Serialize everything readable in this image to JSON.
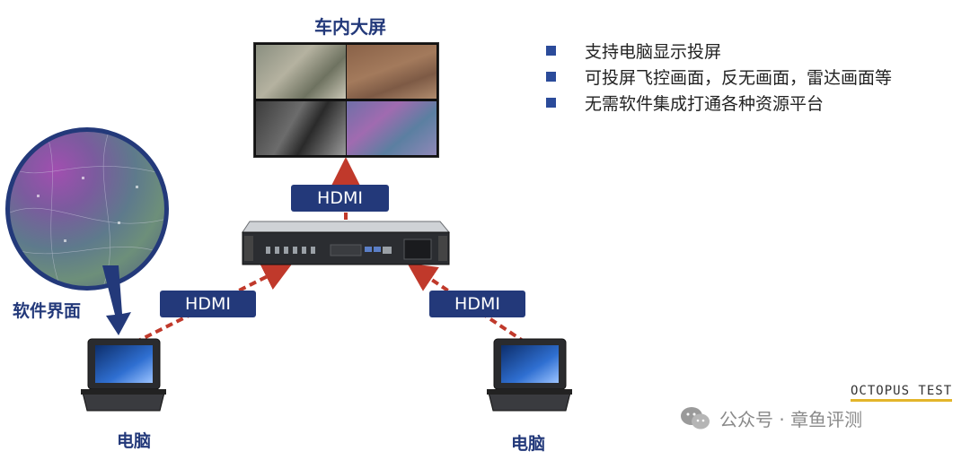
{
  "screen": {
    "title": "车内大屏"
  },
  "features": [
    {
      "text": "支持电脑显示投屏"
    },
    {
      "text": "可投屏飞控画面，反无画面，雷达画面等"
    },
    {
      "text": "无需软件集成打通各种资源平台"
    }
  ],
  "connections": {
    "top": "HDMI",
    "left": "HDMI",
    "right": "HDMI"
  },
  "software_label": "软件界面",
  "computers": {
    "left": "电脑",
    "right": "电脑"
  },
  "watermark": {
    "brand": "OCTOPUS TEST",
    "wechat_text": "公众号 · 章鱼评测"
  },
  "colors": {
    "accent": "#23397a",
    "arrow": "#c0392b",
    "bullet": "#2b4b9a"
  }
}
